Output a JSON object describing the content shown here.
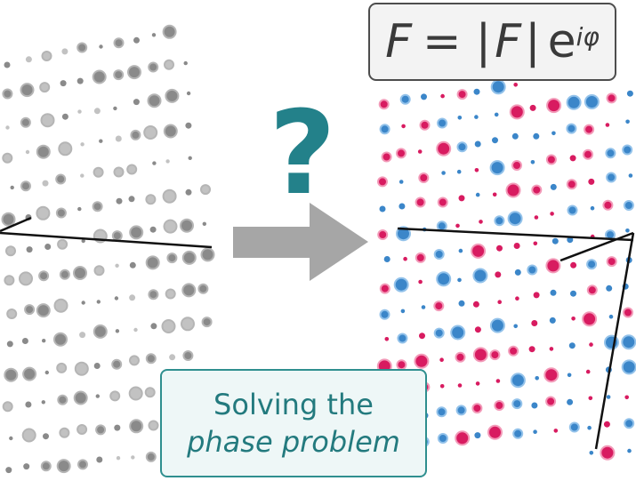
{
  "formula": {
    "lhs": "F",
    "equals": "=",
    "bar": "|",
    "magnitude": "F",
    "base": "e",
    "exponent": "iφ"
  },
  "caption": {
    "line1": "Solving the",
    "line2": "phase problem"
  },
  "question_mark": "?",
  "colors": {
    "gray_spot": "#8a8a8a",
    "gray_spot_light": "#c2c2c2",
    "red_spot": "#d81b60",
    "blue_spot": "#3b86c9",
    "arrow": "#a6a6a6",
    "teal": "#23818a",
    "line": "#111111"
  },
  "icons": {
    "arrow": "right-arrow-icon",
    "question": "question-mark-icon"
  }
}
